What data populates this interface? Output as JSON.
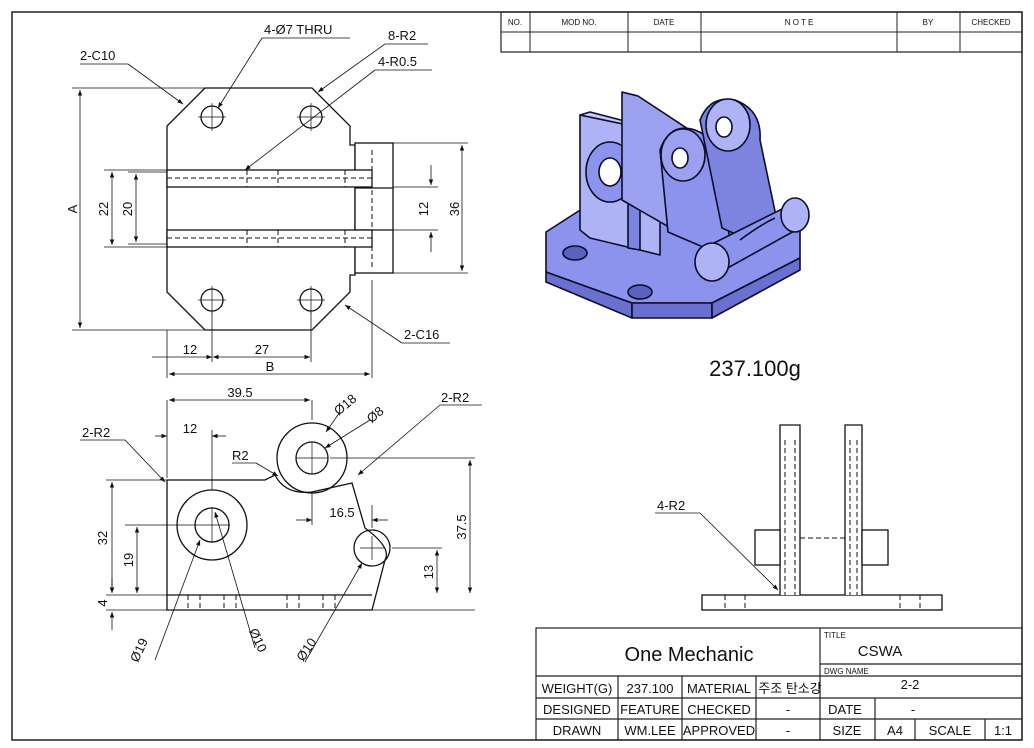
{
  "revision_table": {
    "headers": [
      "NO.",
      "MOD NO.",
      "DATE",
      "N O T E",
      "BY",
      "CHECKED"
    ]
  },
  "mass_label": "237.100g",
  "callouts": {
    "chamfer_top": "2-C10",
    "holes": "4-Ø7 THRU",
    "fillets_r2": "8-R2",
    "fillets_r05": "4-R0.5",
    "chamfer_bottom": "2-C16",
    "side_fillets": "4-R2",
    "front_r2_left": "2-R2",
    "front_r2_right": "2-R2",
    "front_r2": "R2",
    "dia18": "Ø18",
    "dia8": "Ø8",
    "dia19": "Ø19",
    "dia10_a": "Ø10",
    "dia10_b": "Ø10"
  },
  "dimensions": {
    "top_A": "A",
    "top_22": "22",
    "top_20": "20",
    "top_12": "12",
    "top_36": "36",
    "top_12_bottom": "12",
    "top_27": "27",
    "top_B": "B",
    "front_39_5": "39.5",
    "front_12": "12",
    "front_16_5": "16.5",
    "front_32": "32",
    "front_19": "19",
    "front_4": "4",
    "front_13": "13",
    "front_37_5": "37.5"
  },
  "title_block": {
    "company": "One Mechanic",
    "title_label": "TITLE",
    "title": "CSWA",
    "dwg_name_label": "DWG NAME",
    "dwg_name": "2-2",
    "weight_label": "WEIGHT(G)",
    "weight": "237.100",
    "material_label": "MATERIAL",
    "material": "주조 탄소강",
    "designed_label": "DESIGNED",
    "designed": "FEATURE",
    "checked_label": "CHECKED",
    "checked": "-",
    "date_label": "DATE",
    "date": "-",
    "drawn_label": "DRAWN",
    "drawn": "WM.LEE",
    "approved_label": "APPROVED",
    "approved": "-",
    "size_label": "SIZE",
    "size": "A4",
    "scale_label": "SCALE",
    "scale": "1:1"
  },
  "colors": {
    "part_fill": "#8c93ec",
    "part_dark": "#6a70cf",
    "part_light": "#aeb3f5",
    "line": "#111111"
  }
}
